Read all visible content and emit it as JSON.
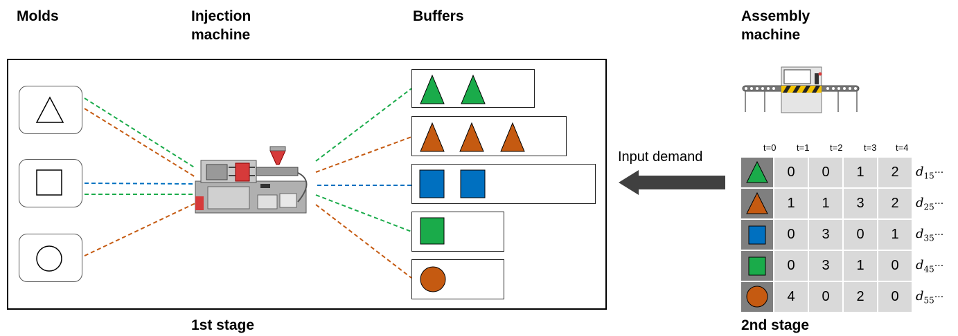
{
  "headers": {
    "molds": "Molds",
    "injection_line1": "Injection",
    "injection_line2": "machine",
    "buffers": "Buffers",
    "assembly_line1": "Assembly",
    "assembly_line2": "machine"
  },
  "stages": {
    "first": "1st stage",
    "second": "2nd stage"
  },
  "arrow_label": "Input demand",
  "demand_table": {
    "time_headers": [
      "t=0",
      "t=1",
      "t=2",
      "t=3",
      "t=4"
    ],
    "rows": [
      {
        "shape": "triangle",
        "color": "#1aab4a",
        "values": [
          "0",
          "0",
          "1",
          "2"
        ],
        "label_main": "d",
        "label_sub": "15",
        "label_tail": "···"
      },
      {
        "shape": "triangle",
        "color": "#c55a11",
        "values": [
          "1",
          "1",
          "3",
          "2"
        ],
        "label_main": "d",
        "label_sub": "25",
        "label_tail": "···"
      },
      {
        "shape": "square",
        "color": "#0070c0",
        "values": [
          "0",
          "3",
          "0",
          "1"
        ],
        "label_main": "d",
        "label_sub": "35",
        "label_tail": "···"
      },
      {
        "shape": "square",
        "color": "#1aab4a",
        "values": [
          "0",
          "3",
          "1",
          "0"
        ],
        "label_main": "d",
        "label_sub": "45",
        "label_tail": "···"
      },
      {
        "shape": "circle",
        "color": "#c55a11",
        "values": [
          "4",
          "0",
          "2",
          "0"
        ],
        "label_main": "d",
        "label_sub": "55",
        "label_tail": "···"
      }
    ]
  },
  "colors": {
    "green": "#1aab4a",
    "orange": "#c55a11",
    "blue": "#0070c0",
    "arrow": "#404040",
    "cell": "#d9d9d9",
    "icon_cell": "#7f7f7f"
  }
}
